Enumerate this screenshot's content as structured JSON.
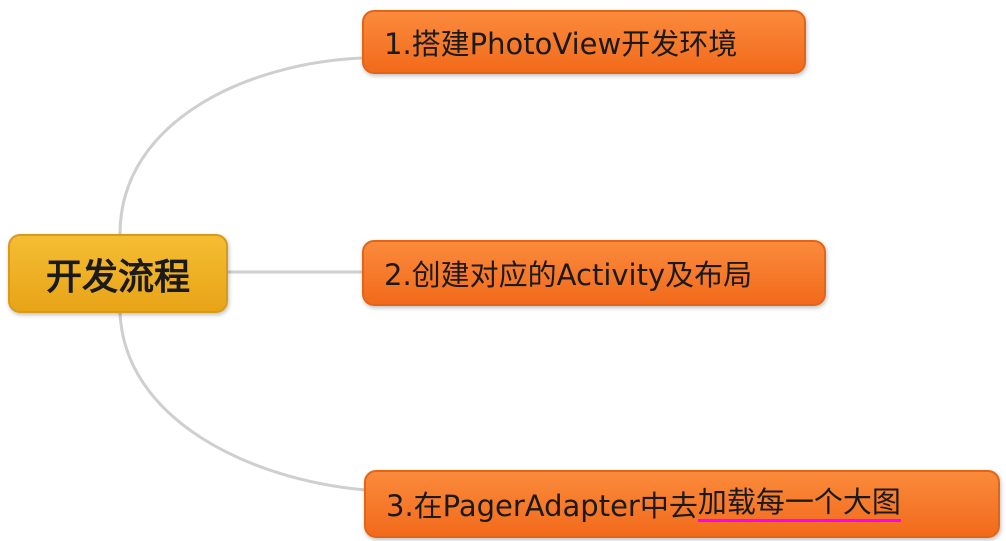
{
  "root": {
    "label": "开发流程"
  },
  "children": [
    {
      "label": "1.搭建PhotoView开发环境"
    },
    {
      "label": "2.创建对应的Activity及布局"
    },
    {
      "label_plain": "3.在PagerAdapter中去",
      "label_underlined": "加载每一个大图"
    }
  ],
  "colors": {
    "root": "#f0b028",
    "child": "#f7772a",
    "link": "#cfcfcf",
    "underline": "#ff00ff"
  }
}
